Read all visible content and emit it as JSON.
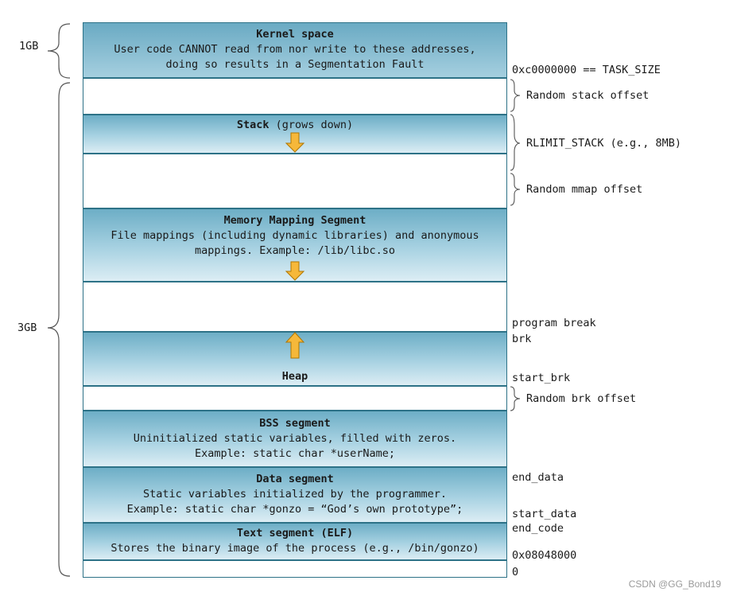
{
  "segments": {
    "kernel": {
      "title": "Kernel space",
      "line1": "User code CANNOT read from nor write to these addresses,",
      "line2": "doing so results in a Segmentation Fault"
    },
    "stack": {
      "title": "Stack",
      "note": " (grows down)"
    },
    "mmap": {
      "title": "Memory Mapping Segment",
      "line1": "File mappings (including dynamic libraries) and anonymous",
      "line2": "mappings. Example: /lib/libc.so"
    },
    "heap": {
      "title": "Heap"
    },
    "bss": {
      "title": "BSS segment",
      "line1": "Uninitialized static variables, filled with zeros.",
      "line2": "Example: static char *userName;"
    },
    "data": {
      "title": "Data segment",
      "line1": "Static variables initialized by the programmer.",
      "line2": "Example: static char *gonzo = “God’s own prototype”;"
    },
    "text": {
      "title": "Text segment (ELF)",
      "line1": "Stores the binary image of the process (e.g., /bin/gonzo)"
    }
  },
  "left_labels": {
    "one_gb": "1GB",
    "three_gb": "3GB"
  },
  "right_labels": {
    "task_size": "0xc0000000 == TASK_SIZE",
    "random_stack": "Random stack offset",
    "rlimit_stack": "RLIMIT_STACK (e.g., 8MB)",
    "random_mmap": "Random mmap offset",
    "program_break": "program break",
    "brk": "brk",
    "start_brk": "start_brk",
    "random_brk": "Random brk offset",
    "end_data": "end_data",
    "start_data": "start_data",
    "end_code": "end_code",
    "text_start": "0x08048000",
    "zero": "0"
  },
  "watermark": "CSDN @GG_Bond19",
  "colors": {
    "segment_fill": "#6daec6",
    "segment_border": "#2d7287",
    "arrow_fill": "#f6b83a",
    "arrow_stroke": "#b07600"
  }
}
